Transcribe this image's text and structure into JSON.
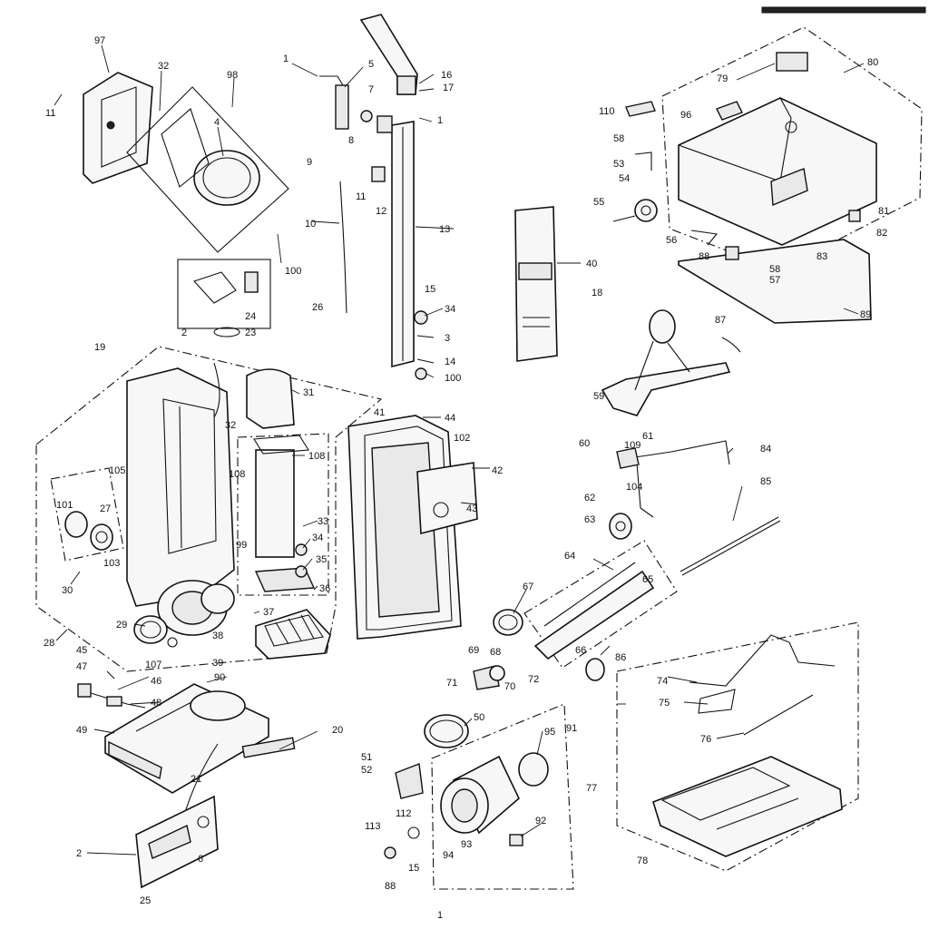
{
  "labels": [
    {
      "id": "97",
      "t": "97"
    },
    {
      "id": "32a",
      "t": "32"
    },
    {
      "id": "98",
      "t": "98"
    },
    {
      "id": "11a",
      "t": "11"
    },
    {
      "id": "4",
      "t": "4"
    },
    {
      "id": "100a",
      "t": "100"
    },
    {
      "id": "1a",
      "t": "1"
    },
    {
      "id": "5",
      "t": "5"
    },
    {
      "id": "16",
      "t": "16"
    },
    {
      "id": "17",
      "t": "17"
    },
    {
      "id": "1b",
      "t": "1"
    },
    {
      "id": "7",
      "t": "7"
    },
    {
      "id": "8",
      "t": "8"
    },
    {
      "id": "9",
      "t": "9"
    },
    {
      "id": "11b",
      "t": "11"
    },
    {
      "id": "12",
      "t": "12"
    },
    {
      "id": "10",
      "t": "10"
    },
    {
      "id": "13",
      "t": "13"
    },
    {
      "id": "26",
      "t": "26"
    },
    {
      "id": "15a",
      "t": "15"
    },
    {
      "id": "34a",
      "t": "34"
    },
    {
      "id": "3",
      "t": "3"
    },
    {
      "id": "14",
      "t": "14"
    },
    {
      "id": "100b",
      "t": "100"
    },
    {
      "id": "24",
      "t": "24"
    },
    {
      "id": "2a",
      "t": "2"
    },
    {
      "id": "23",
      "t": "23"
    },
    {
      "id": "19",
      "t": "19"
    },
    {
      "id": "31",
      "t": "31"
    },
    {
      "id": "32b",
      "t": "32"
    },
    {
      "id": "108a",
      "t": "108"
    },
    {
      "id": "108b",
      "t": "108"
    },
    {
      "id": "105",
      "t": "105"
    },
    {
      "id": "101",
      "t": "101"
    },
    {
      "id": "27",
      "t": "27"
    },
    {
      "id": "103",
      "t": "103"
    },
    {
      "id": "30",
      "t": "30"
    },
    {
      "id": "99",
      "t": "99"
    },
    {
      "id": "33",
      "t": "33"
    },
    {
      "id": "34b",
      "t": "34"
    },
    {
      "id": "35",
      "t": "35"
    },
    {
      "id": "36",
      "t": "36"
    },
    {
      "id": "37",
      "t": "37"
    },
    {
      "id": "38",
      "t": "38"
    },
    {
      "id": "29",
      "t": "29"
    },
    {
      "id": "107",
      "t": "107"
    },
    {
      "id": "28",
      "t": "28"
    },
    {
      "id": "39",
      "t": "39"
    },
    {
      "id": "41",
      "t": "41"
    },
    {
      "id": "44",
      "t": "44"
    },
    {
      "id": "102",
      "t": "102"
    },
    {
      "id": "42",
      "t": "42"
    },
    {
      "id": "43",
      "t": "43"
    },
    {
      "id": "40",
      "t": "40"
    },
    {
      "id": "18",
      "t": "18"
    },
    {
      "id": "110",
      "t": "110"
    },
    {
      "id": "58a",
      "t": "58"
    },
    {
      "id": "53",
      "t": "53"
    },
    {
      "id": "54",
      "t": "54"
    },
    {
      "id": "55",
      "t": "55"
    },
    {
      "id": "56",
      "t": "56"
    },
    {
      "id": "88a",
      "t": "88"
    },
    {
      "id": "58b",
      "t": "58"
    },
    {
      "id": "57",
      "t": "57"
    },
    {
      "id": "83",
      "t": "83"
    },
    {
      "id": "81",
      "t": "81"
    },
    {
      "id": "82",
      "t": "82"
    },
    {
      "id": "89",
      "t": "89"
    },
    {
      "id": "96",
      "t": "96"
    },
    {
      "id": "79",
      "t": "79"
    },
    {
      "id": "80",
      "t": "80"
    },
    {
      "id": "87",
      "t": "87"
    },
    {
      "id": "59",
      "t": "59"
    },
    {
      "id": "60",
      "t": "60"
    },
    {
      "id": "109",
      "t": "109"
    },
    {
      "id": "61",
      "t": "61"
    },
    {
      "id": "84",
      "t": "84"
    },
    {
      "id": "104",
      "t": "104"
    },
    {
      "id": "62",
      "t": "62"
    },
    {
      "id": "63",
      "t": "63"
    },
    {
      "id": "85",
      "t": "85"
    },
    {
      "id": "64",
      "t": "64"
    },
    {
      "id": "65",
      "t": "65"
    },
    {
      "id": "67",
      "t": "67"
    },
    {
      "id": "66",
      "t": "66"
    },
    {
      "id": "86",
      "t": "86"
    },
    {
      "id": "69",
      "t": "69"
    },
    {
      "id": "68",
      "t": "68"
    },
    {
      "id": "71",
      "t": "71"
    },
    {
      "id": "70",
      "t": "70"
    },
    {
      "id": "72",
      "t": "72"
    },
    {
      "id": "45",
      "t": "45"
    },
    {
      "id": "47",
      "t": "47"
    },
    {
      "id": "46",
      "t": "46"
    },
    {
      "id": "48",
      "t": "48"
    },
    {
      "id": "90",
      "t": "90"
    },
    {
      "id": "49",
      "t": "49"
    },
    {
      "id": "20",
      "t": "20"
    },
    {
      "id": "21",
      "t": "21"
    },
    {
      "id": "50",
      "t": "50"
    },
    {
      "id": "91",
      "t": "91"
    },
    {
      "id": "95",
      "t": "95"
    },
    {
      "id": "51",
      "t": "51"
    },
    {
      "id": "52",
      "t": "52"
    },
    {
      "id": "112",
      "t": "112"
    },
    {
      "id": "113",
      "t": "113"
    },
    {
      "id": "15b",
      "t": "15"
    },
    {
      "id": "88b",
      "t": "88"
    },
    {
      "id": "93",
      "t": "93"
    },
    {
      "id": "94",
      "t": "94"
    },
    {
      "id": "92",
      "t": "92"
    },
    {
      "id": "2b",
      "t": "2"
    },
    {
      "id": "6",
      "t": "6"
    },
    {
      "id": "25",
      "t": "25"
    },
    {
      "id": "74",
      "t": "74"
    },
    {
      "id": "75",
      "t": "75"
    },
    {
      "id": "76",
      "t": "76"
    },
    {
      "id": "77",
      "t": "77"
    },
    {
      "id": "78",
      "t": "78"
    },
    {
      "id": "1c",
      "t": "1"
    }
  ]
}
